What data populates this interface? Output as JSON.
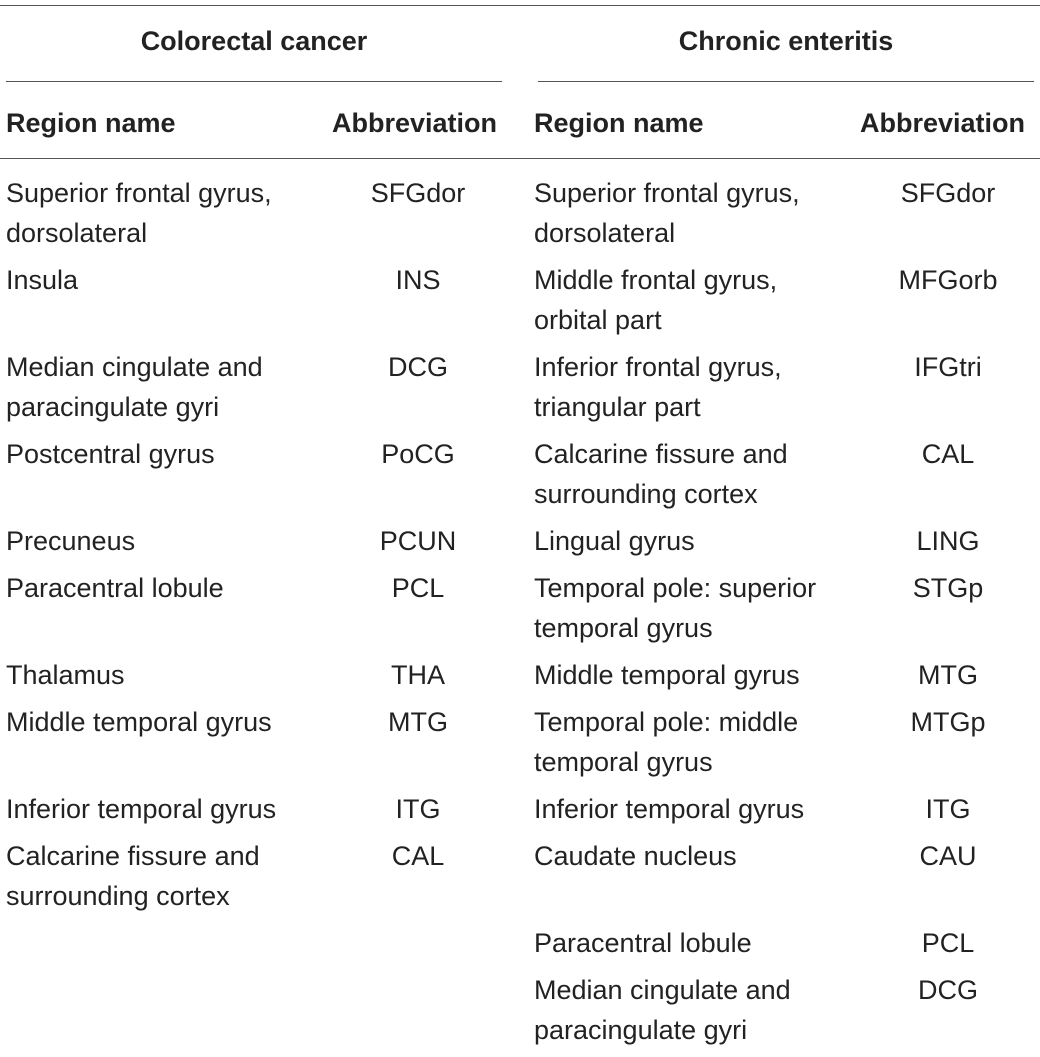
{
  "groups": {
    "left": "Colorectal cancer",
    "right": "Chronic enteritis"
  },
  "columns": {
    "name": "Region name",
    "abbr": "Abbreviation"
  },
  "rows": [
    {
      "left_name": "Superior frontal gyrus, dorsolateral",
      "left_abbr": "SFGdor",
      "right_name": "Superior frontal gyrus, dorsolateral",
      "right_abbr": "SFGdor"
    },
    {
      "left_name": "Insula",
      "left_abbr": "INS",
      "right_name": "Middle frontal gyrus, orbital part",
      "right_abbr": "MFGorb"
    },
    {
      "left_name": "Median cingulate and paracingulate gyri",
      "left_abbr": "DCG",
      "right_name": "Inferior frontal gyrus, triangular part",
      "right_abbr": "IFGtri"
    },
    {
      "left_name": "Postcentral gyrus",
      "left_abbr": "PoCG",
      "right_name": "Calcarine fissure and surrounding cortex",
      "right_abbr": "CAL"
    },
    {
      "left_name": "Precuneus",
      "left_abbr": "PCUN",
      "right_name": "Lingual gyrus",
      "right_abbr": "LING"
    },
    {
      "left_name": "Paracentral lobule",
      "left_abbr": "PCL",
      "right_name": "Temporal pole: superior temporal gyrus",
      "right_abbr": "STGp"
    },
    {
      "left_name": "Thalamus",
      "left_abbr": "THA",
      "right_name": "Middle temporal gyrus",
      "right_abbr": "MTG"
    },
    {
      "left_name": "Middle temporal gyrus",
      "left_abbr": "MTG",
      "right_name": "Temporal pole: middle temporal gyrus",
      "right_abbr": "MTGp"
    },
    {
      "left_name": "Inferior temporal gyrus",
      "left_abbr": "ITG",
      "right_name": "Inferior temporal gyrus",
      "right_abbr": "ITG"
    },
    {
      "left_name": "Calcarine fissure and surrounding cortex",
      "left_abbr": "CAL",
      "right_name": "Caudate nucleus",
      "right_abbr": "CAU"
    },
    {
      "left_name": "",
      "left_abbr": "",
      "right_name": "Paracentral lobule",
      "right_abbr": "PCL"
    },
    {
      "left_name": "",
      "left_abbr": "",
      "right_name": "Median cingulate and paracingulate gyri",
      "right_abbr": "DCG"
    }
  ]
}
